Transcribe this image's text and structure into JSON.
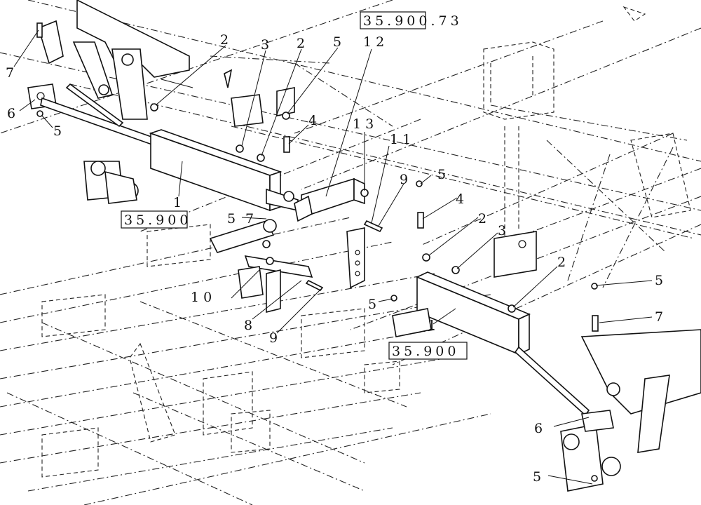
{
  "refs": {
    "ref_top": "35.900.73",
    "ref_left": "35.900",
    "ref_bottom": "35.900"
  },
  "callouts": {
    "c1a": "1",
    "c1b": "1",
    "c2a": "2",
    "c2b": "2",
    "c2c": "2",
    "c2d": "2",
    "c3a": "3",
    "c3b": "3",
    "c4a": "4",
    "c4b": "4",
    "c5a": "5",
    "c5b": "5",
    "c5c": "5",
    "c5d": "5",
    "c5e": "5",
    "c5f": "5",
    "c5g": "5",
    "c6a": "6",
    "c6b": "6",
    "c7a": "7",
    "c7b": "7",
    "c7c": "7",
    "c8": "8",
    "c9a": "9",
    "c9b": "9",
    "c10": "10",
    "c11": "11",
    "c12": "12",
    "c13": "13"
  }
}
